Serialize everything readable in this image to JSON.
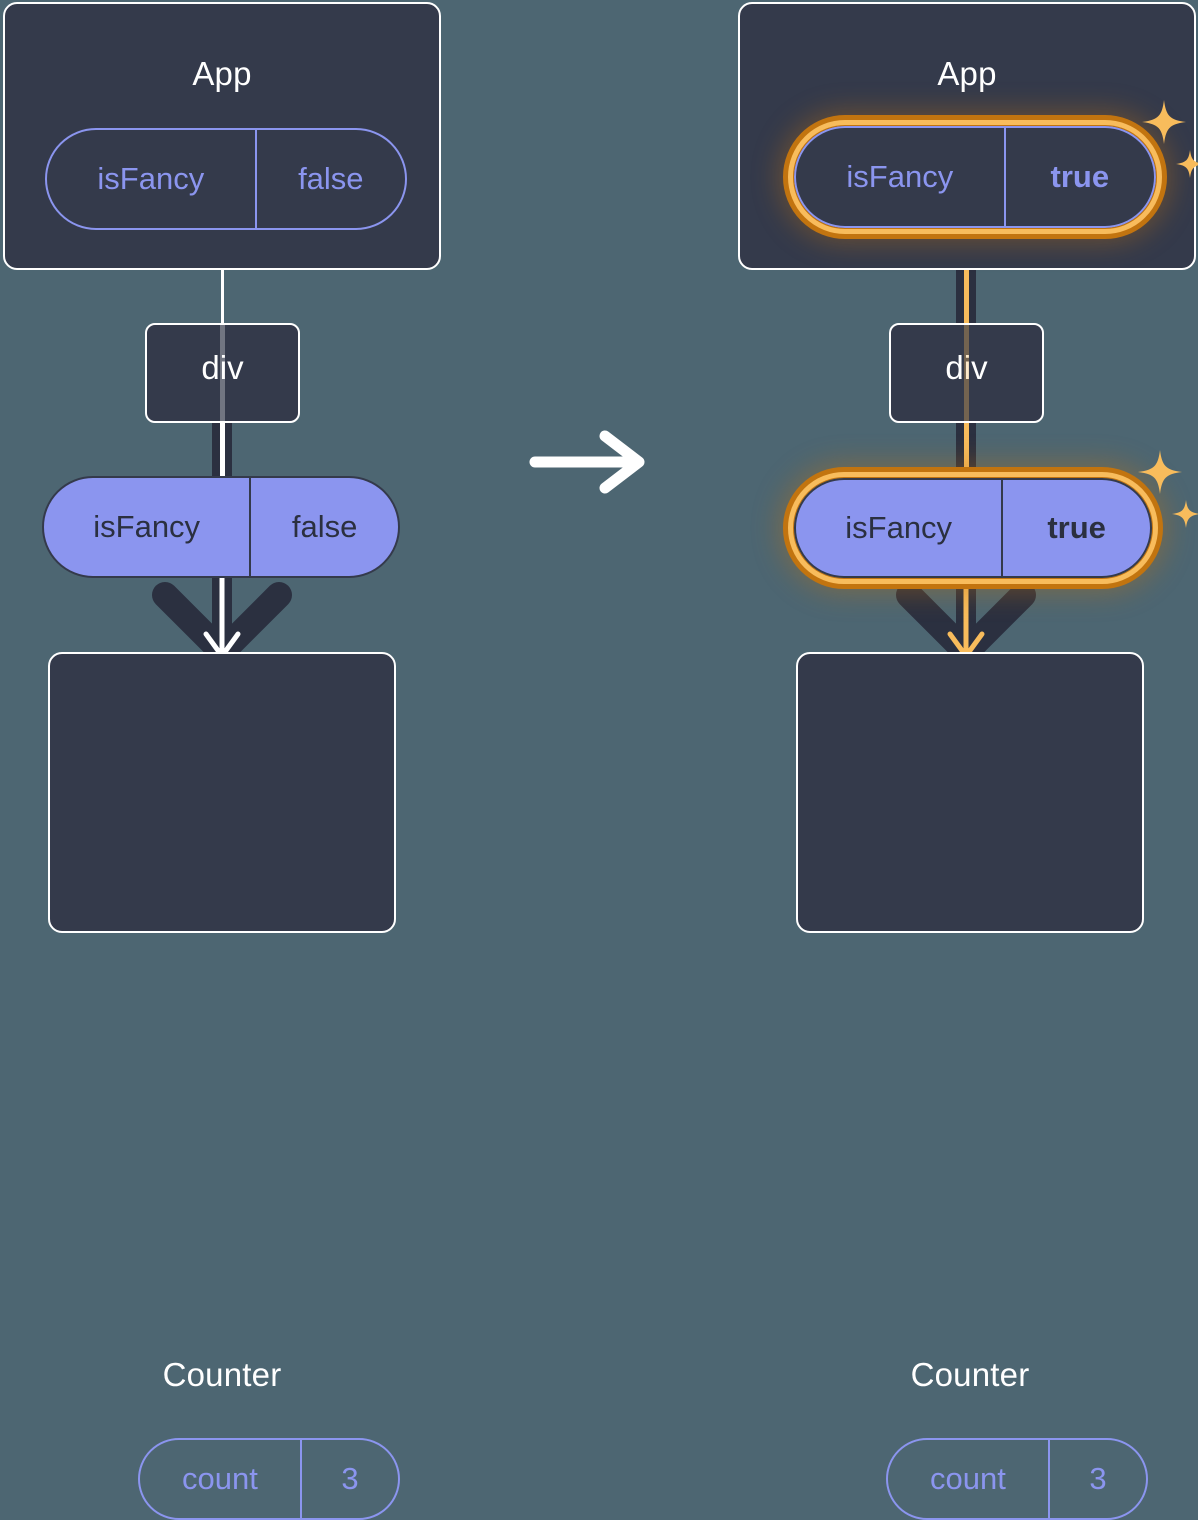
{
  "background_color": "#4d6672",
  "palette": {
    "box_fill": "#343a4b",
    "box_border": "#ffffff",
    "pill_purple": "#8b95ef",
    "pill_text_dark": "#2b3040",
    "connector_dark": "#2b3040",
    "connector_white": "#ffffff",
    "highlight_outer": "#c2740f",
    "highlight_inner": "#f8bc5c",
    "sparkle": "#f8bc5c"
  },
  "transition": {
    "arrow_icon": "arrow-right-icon",
    "color": "#ffffff"
  },
  "panels": [
    {
      "id": "before",
      "highlighted": false,
      "app": {
        "title": "App",
        "state_pill": {
          "key": "isFancy",
          "value": "false",
          "value_bold": false,
          "style": "outline"
        }
      },
      "div": {
        "label": "div"
      },
      "prop_pill": {
        "key": "isFancy",
        "value": "false",
        "value_bold": false,
        "style": "solid"
      },
      "counter": {
        "title": "Counter",
        "state_pill": {
          "key": "count",
          "value": "3",
          "value_bold": false,
          "style": "outline"
        }
      }
    },
    {
      "id": "after",
      "highlighted": true,
      "app": {
        "title": "App",
        "state_pill": {
          "key": "isFancy",
          "value": "true",
          "value_bold": true,
          "style": "outline"
        }
      },
      "div": {
        "label": "div"
      },
      "prop_pill": {
        "key": "isFancy",
        "value": "true",
        "value_bold": true,
        "style": "solid"
      },
      "counter": {
        "title": "Counter",
        "state_pill": {
          "key": "count",
          "value": "3",
          "value_bold": false,
          "style": "outline"
        }
      }
    }
  ]
}
